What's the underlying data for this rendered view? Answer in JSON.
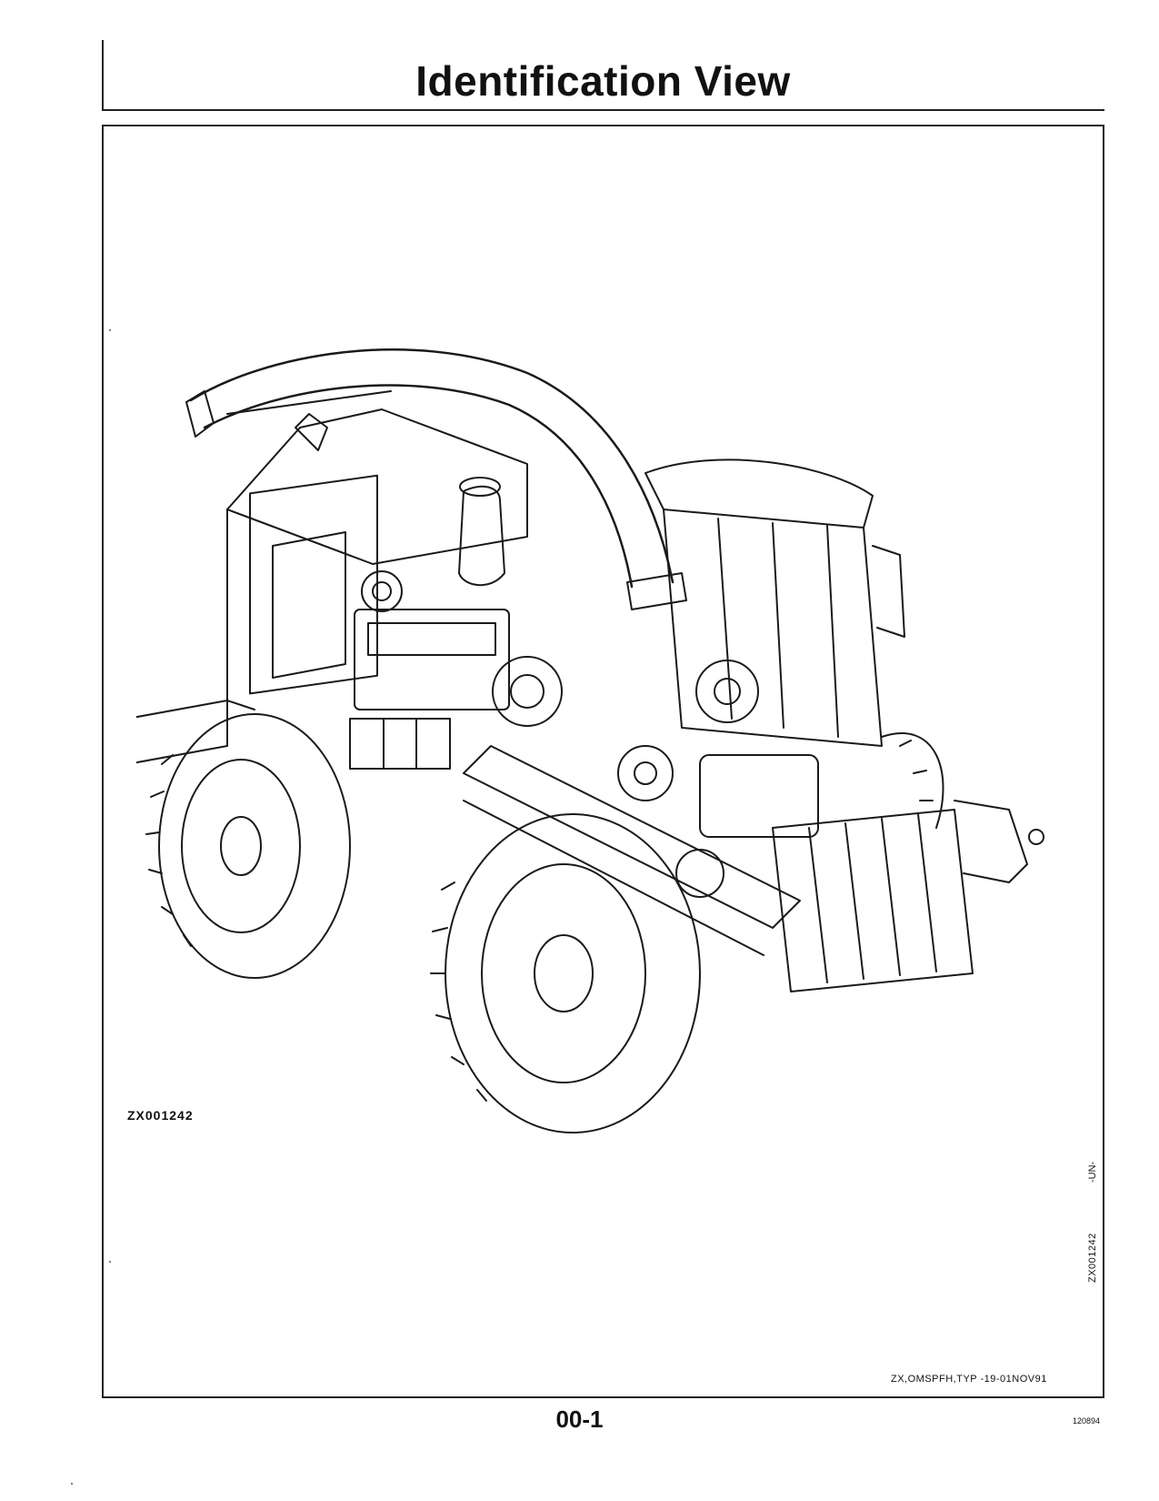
{
  "header": {
    "title": "Identification View"
  },
  "figure": {
    "id_label": "ZX001242",
    "side_code": "ZX001242",
    "side_suffix": "-UN-",
    "reference": "ZX,OMSPFH,TYP  -19-01NOV91"
  },
  "footer": {
    "page_number": "00-1",
    "date_code": "120894"
  }
}
